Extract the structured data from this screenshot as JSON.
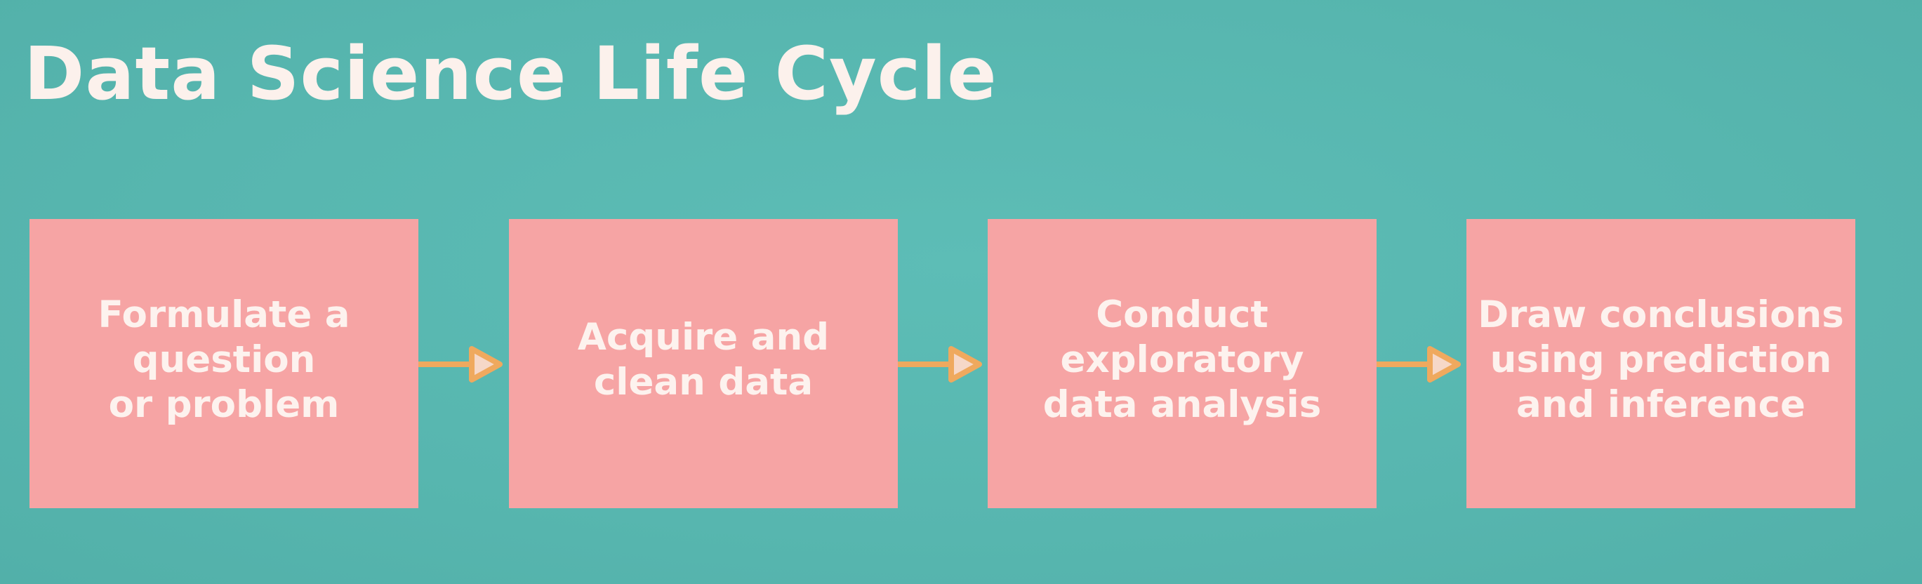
{
  "slide": {
    "title": "Data Science Life Cycle"
  },
  "steps": [
    {
      "label": "Formulate a\nquestion\nor problem"
    },
    {
      "label": "Acquire and\nclean data"
    },
    {
      "label": "Conduct\nexploratory\ndata analysis"
    },
    {
      "label": "Draw conclusions\nusing prediction\nand inference"
    }
  ],
  "colors": {
    "background": "#5ab9b2",
    "box_fill": "#f6a4a4",
    "text": "#fcf1ec",
    "arrow": "#efa95e"
  },
  "icons": {
    "connector": "arrow-right-icon"
  }
}
